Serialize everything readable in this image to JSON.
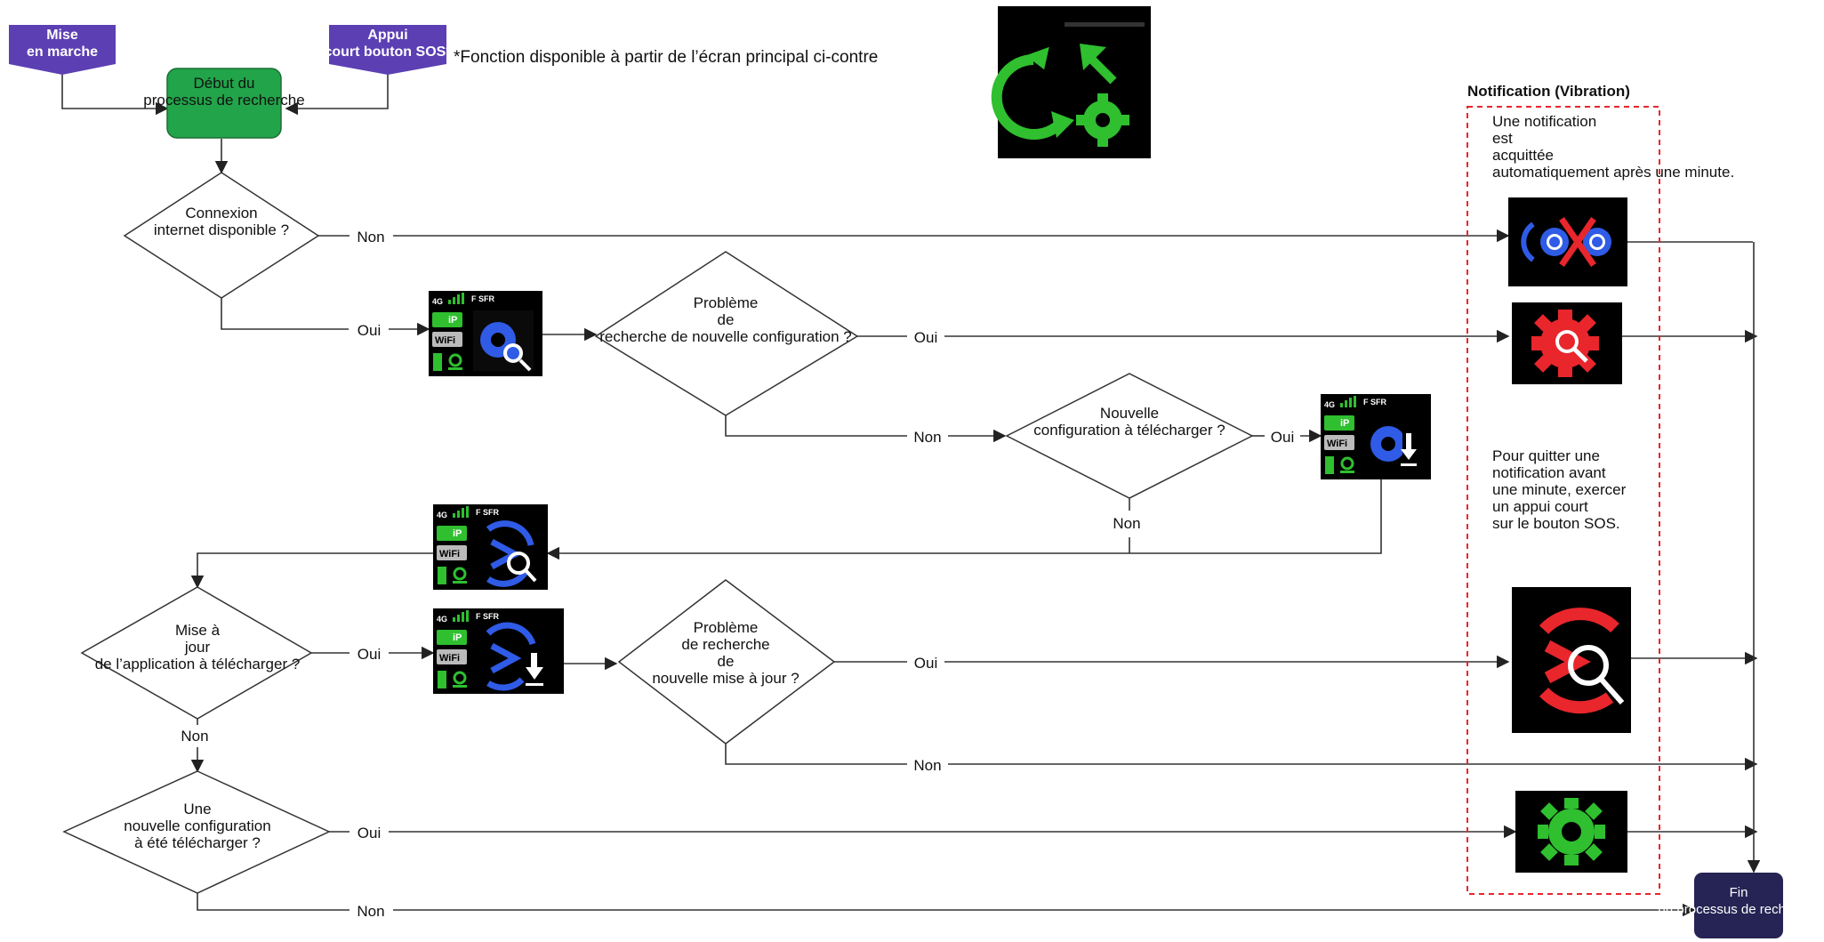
{
  "colors": {
    "purple": "#5b3fb3",
    "navy": "#262454",
    "green_start": "#22a44a",
    "notif_border": "#e8262c",
    "icon_blue": "#2f5be6",
    "icon_red": "#e8262c",
    "icon_green": "#2fbf2f"
  },
  "starts": {
    "power_on": "Mise en marche",
    "sos_short": "Appui court bouton SOS*"
  },
  "footnote": "*Fonction disponible à partir de l’écran principal ci-contre",
  "start_node": "Début du processus de recherche",
  "end_node": "Fin du processus de recherche",
  "decisions": {
    "internet": "Connexion internet disponible ?",
    "config_problem": "Problème de recherche de nouvelle configuration ?",
    "new_config": "Nouvelle configuration à télécharger ?",
    "app_update": "Mise à jour de l’application à télécharger ?",
    "update_problem": "Problème de recherche de nouvelle mise à jour ?",
    "config_downloaded": "Une nouvelle configuration à été télécharger ?"
  },
  "edge_labels": {
    "yes": "Oui",
    "no": "Non"
  },
  "status_screen": {
    "network": "4G",
    "operator": "F SFR",
    "ip": "iP",
    "wifi": "WiFi"
  },
  "notification": {
    "title": "Notification (Vibration)",
    "auto_ack": "Une notification est acquittée automatiquement après une minute.",
    "quit_hint": "Pour quitter une notification avant une minute, exercer un appui court sur le bouton SOS."
  },
  "icons": [
    "refresh-settings-icon",
    "no-connection-icon",
    "config-search-icon",
    "config-download-icon",
    "app-search-icon",
    "app-download-icon",
    "config-error-icon",
    "app-error-icon",
    "config-success-icon"
  ]
}
